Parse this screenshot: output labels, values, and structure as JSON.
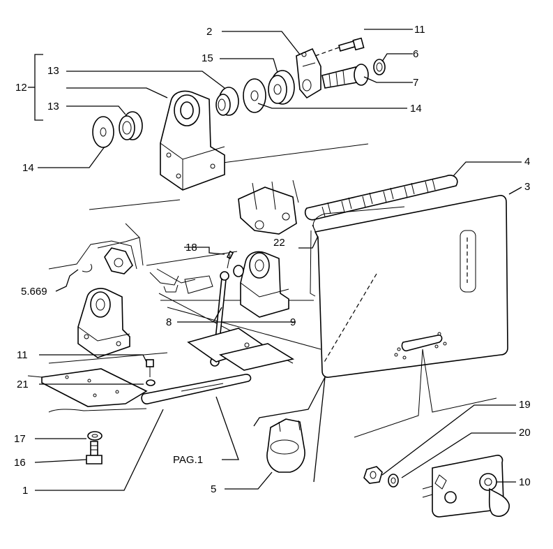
{
  "callouts": {
    "c2": "2",
    "c11a": "11",
    "c15": "15",
    "c6": "6",
    "c13a": "13",
    "c12": "12",
    "c7": "7",
    "c14a": "14",
    "c13b": "13",
    "c14b": "14",
    "c4": "4",
    "c3": "3",
    "c22": "22",
    "c18": "18",
    "c5669": "5.669",
    "c8": "8",
    "c9": "9",
    "c11b": "11",
    "c21": "21",
    "c17": "17",
    "c16": "16",
    "c1": "1",
    "cpag": "PAG.1",
    "c5": "5",
    "c19": "19",
    "c20": "20",
    "c10": "10"
  }
}
